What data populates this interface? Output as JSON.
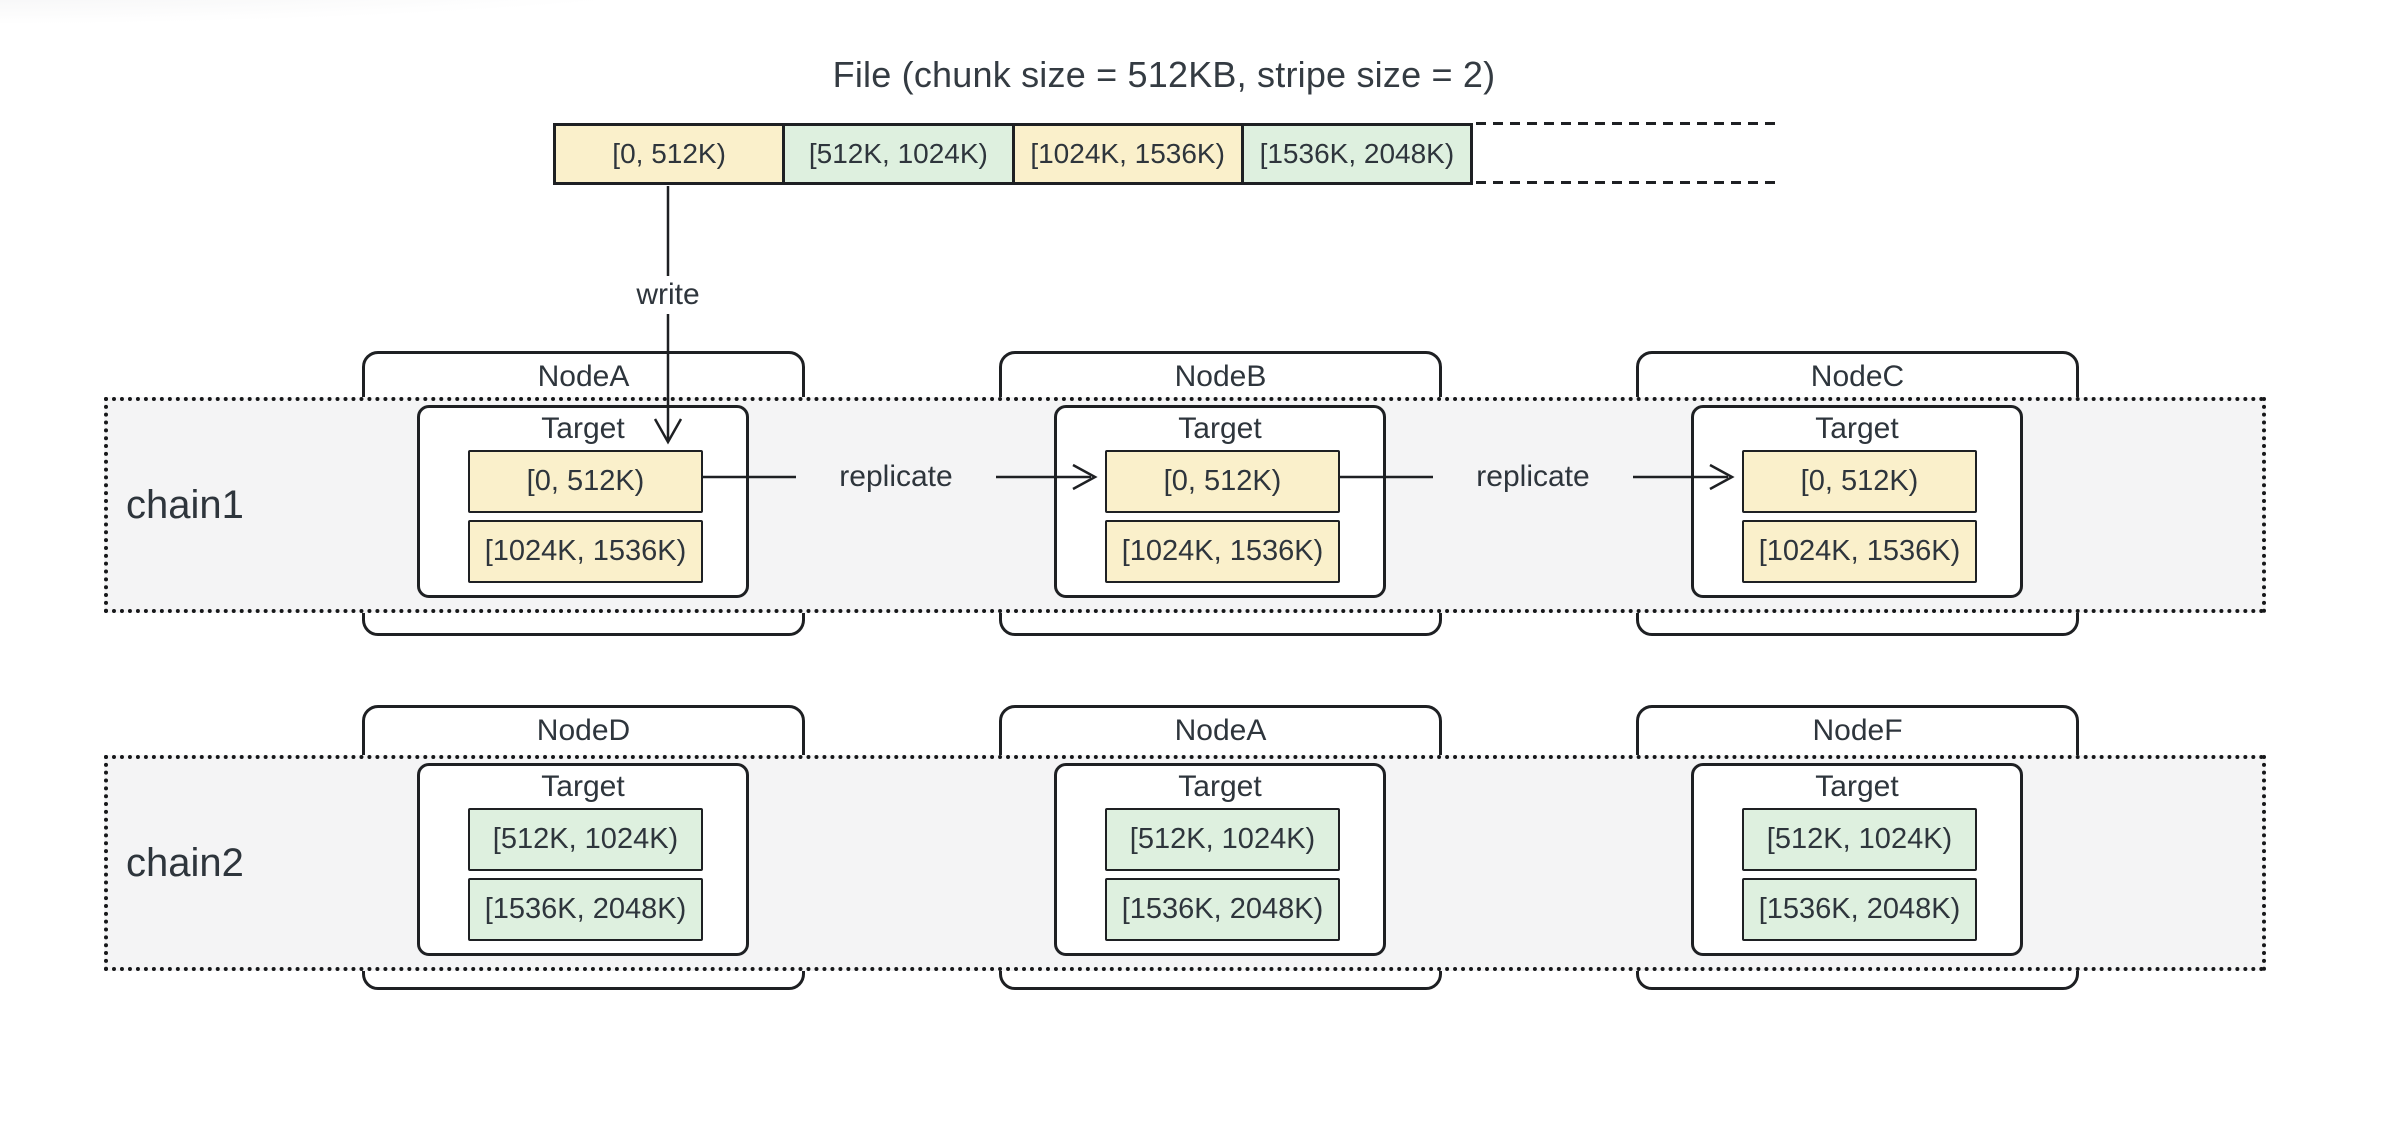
{
  "title": "File (chunk size = 512KB, stripe size = 2)",
  "labels": {
    "write": "write",
    "replicate": "replicate"
  },
  "file_bar": {
    "chunks": [
      {
        "label": "[0, 512K)",
        "color": "#faf0cb"
      },
      {
        "label": "[512K, 1024K)",
        "color": "#def0df"
      },
      {
        "label": "[1024K, 1536K)",
        "color": "#faf0cb"
      },
      {
        "label": "[1536K, 2048K)",
        "color": "#def0df"
      }
    ],
    "continues_right": true
  },
  "chains": [
    {
      "label": "chain1",
      "chunk_color": "#faf0cb",
      "replication_arrows": 2,
      "nodes": [
        {
          "name": "NodeA",
          "target_label": "Target",
          "chunks": [
            "[0, 512K)",
            "[1024K, 1536K)"
          ]
        },
        {
          "name": "NodeB",
          "target_label": "Target",
          "chunks": [
            "[0, 512K)",
            "[1024K, 1536K)"
          ]
        },
        {
          "name": "NodeC",
          "target_label": "Target",
          "chunks": [
            "[0, 512K)",
            "[1024K, 1536K)"
          ]
        }
      ]
    },
    {
      "label": "chain2",
      "chunk_color": "#def0df",
      "replication_arrows": 0,
      "nodes": [
        {
          "name": "NodeD",
          "target_label": "Target",
          "chunks": [
            "[512K, 1024K)",
            "[1536K, 2048K)"
          ]
        },
        {
          "name": "NodeA",
          "target_label": "Target",
          "chunks": [
            "[512K, 1024K)",
            "[1536K, 2048K)"
          ]
        },
        {
          "name": "NodeF",
          "target_label": "Target",
          "chunks": [
            "[512K, 1024K)",
            "[1536K, 2048K)"
          ]
        }
      ]
    }
  ],
  "colors": {
    "chunk_yellow": "#faf0cb",
    "chunk_green": "#def0df",
    "band_background": "#f4f4f5",
    "line": "#1e2023",
    "text": "#2e353c",
    "page_background": "#ffffff"
  }
}
